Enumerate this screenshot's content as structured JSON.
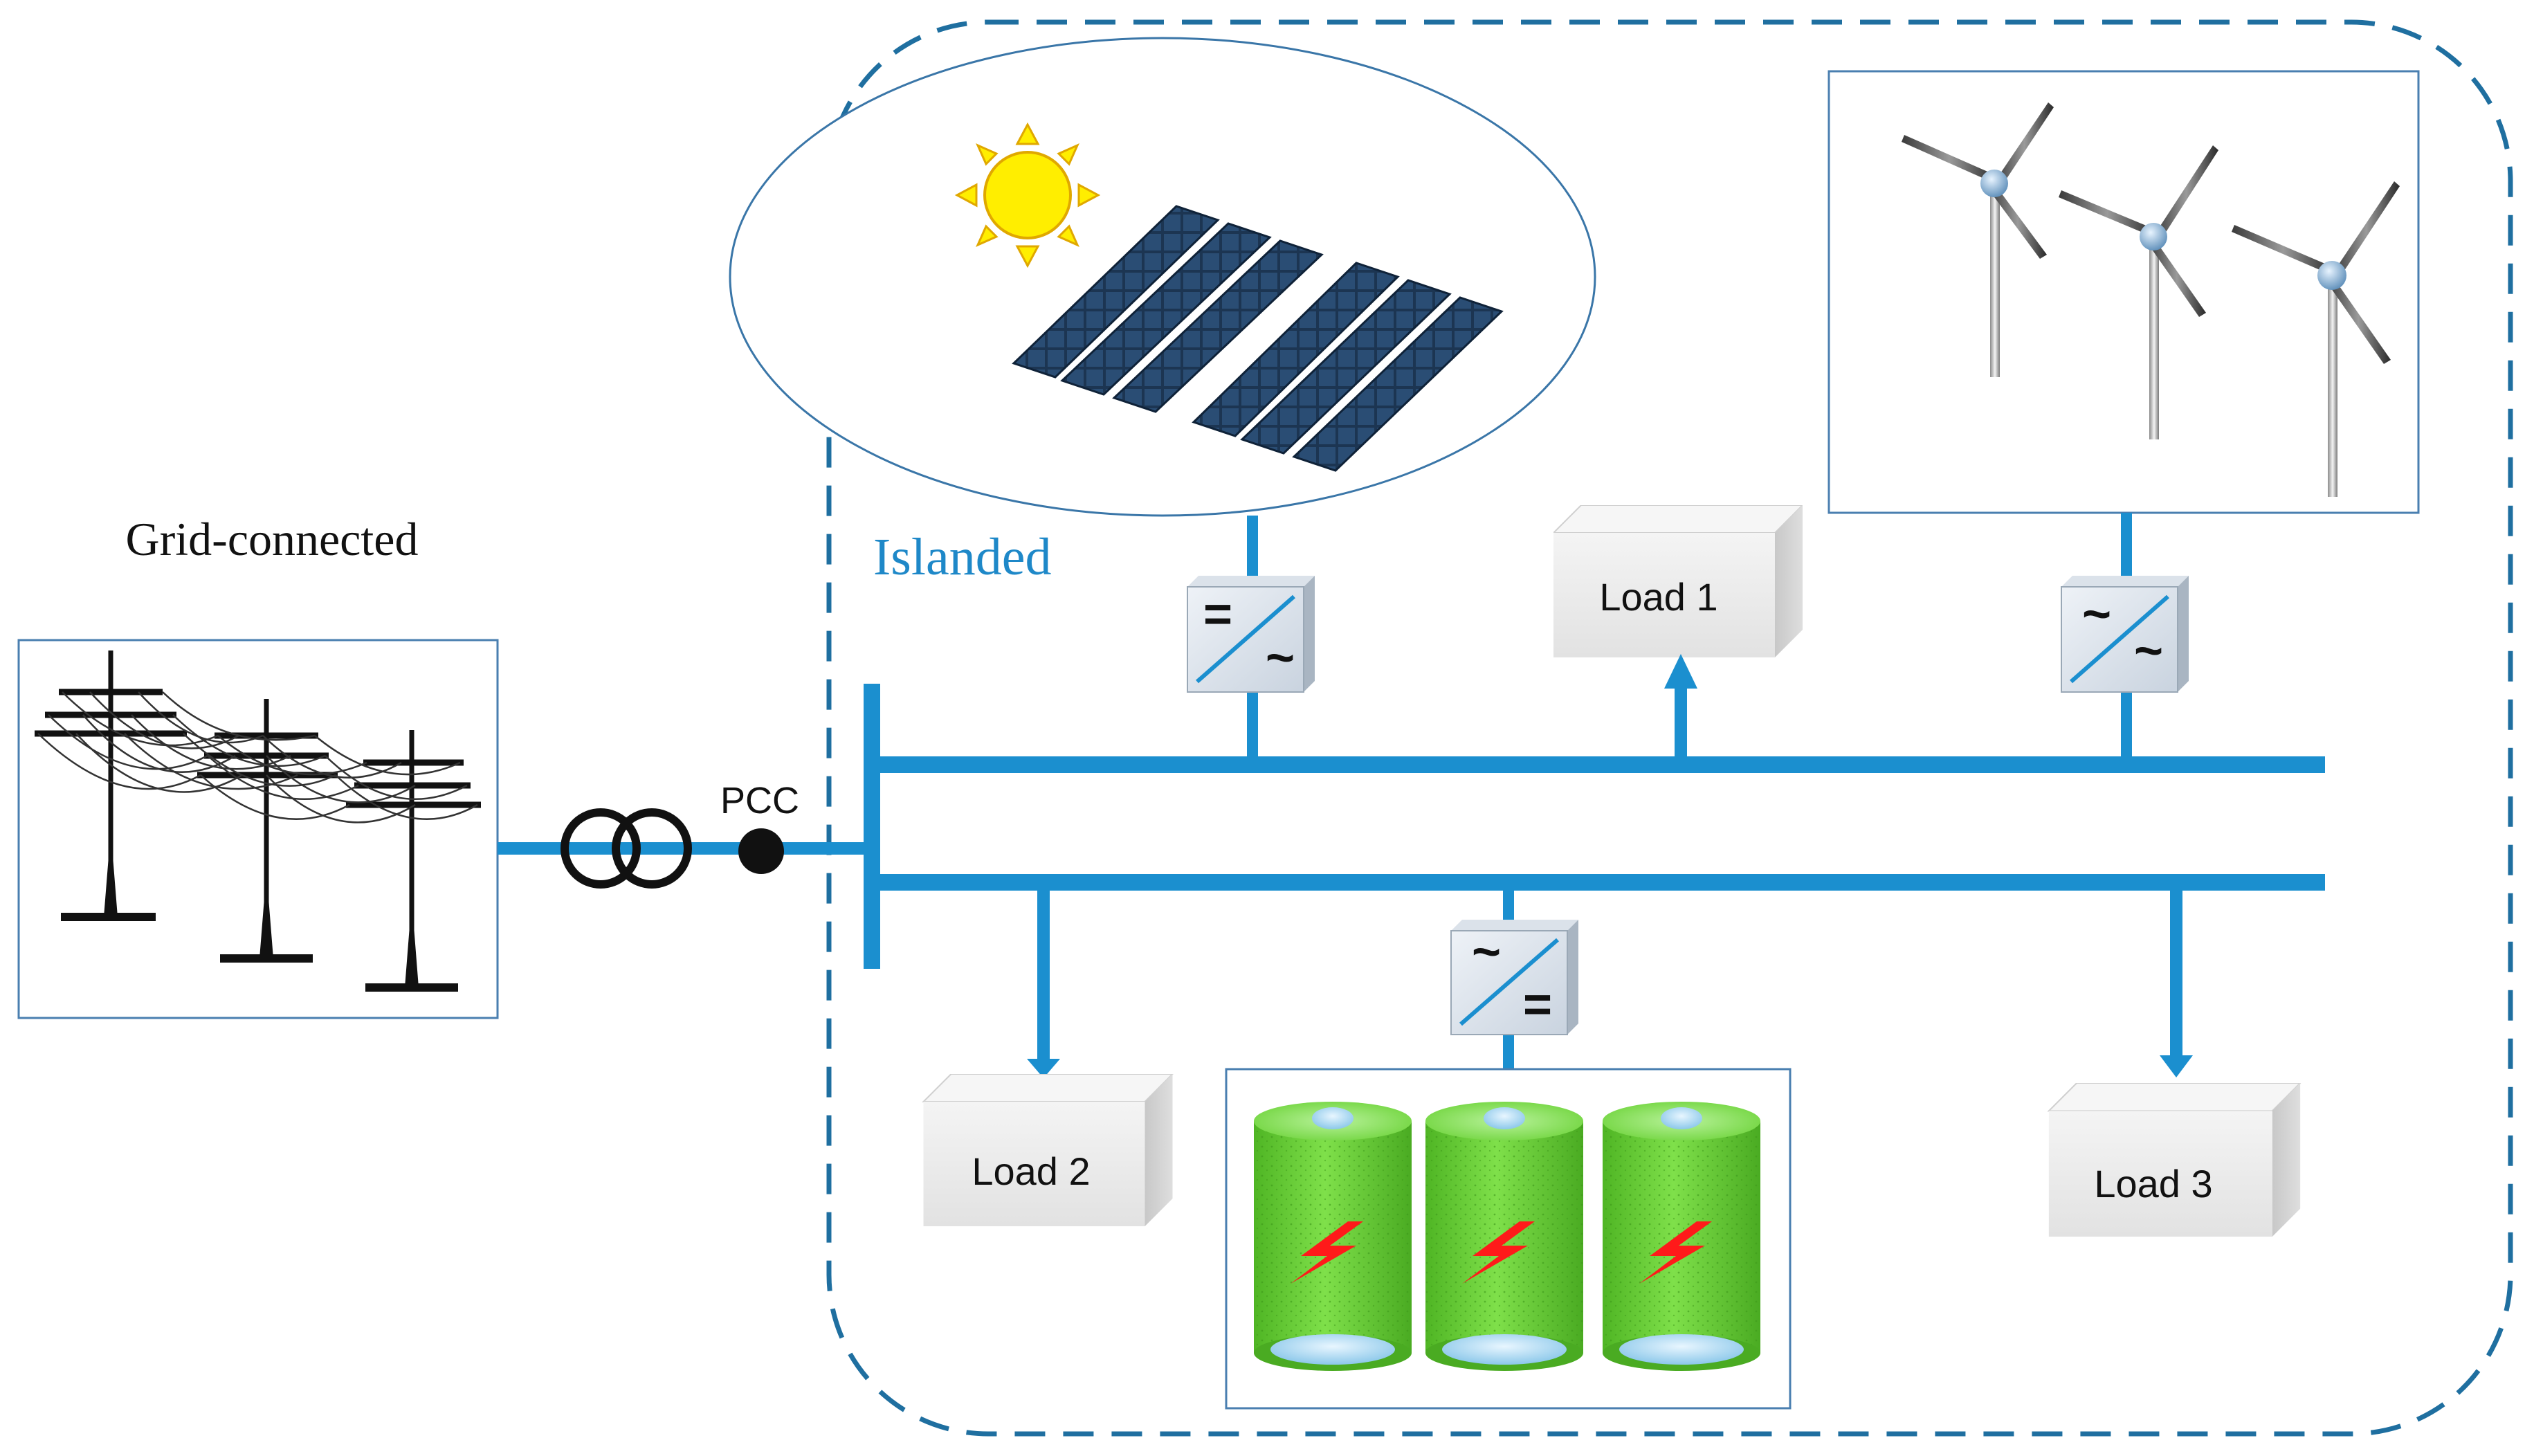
{
  "labels": {
    "grid_connected": "Grid-connected",
    "islanded": "Islanded",
    "pcc": "PCC",
    "load1": "Load 1",
    "load2": "Load 2",
    "load3": "Load 3"
  },
  "converters": {
    "solar": {
      "top": "=",
      "bottom": "~"
    },
    "wind": {
      "top": "~",
      "bottom": "~"
    },
    "battery": {
      "top": "~",
      "bottom": "="
    }
  },
  "colors": {
    "bus": "#1b8fcf",
    "islanded_border": "#1f6fa0",
    "islanded_text": "#1e88c8",
    "battery_green": "#6fd43c",
    "sun": "#ffee00",
    "bolt": "#ff1a1a"
  }
}
